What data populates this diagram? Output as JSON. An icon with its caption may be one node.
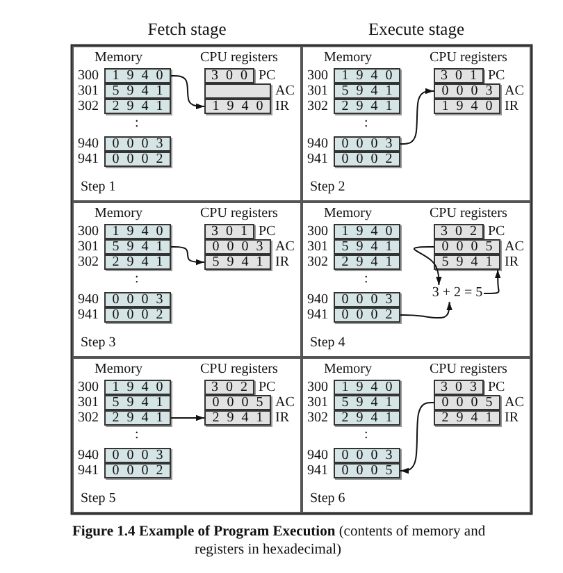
{
  "diagram": {
    "caption": "**Figure 1.4** **Example of Program Execution** (contents of memory and registers in hexadecimal)",
    "nodes": [
      {
        "text": [
          "Memory",
          "CPU registers",
          ":",
          "Step 1"
        ]
      },
      {
        "text": [
          "1 9 4 0"
        ],
        "in": 0,
        "beside": [
          "300"
        ]
      },
      {
        "text": [
          "5 9 4 1"
        ],
        "in": 0,
        "beside": [
          "301"
        ]
      },
      {
        "text": [
          "2 9 4 1"
        ],
        "in": 0,
        "beside": [
          "302"
        ]
      },
      {
        "text": [
          "0 0 0 3"
        ],
        "in": 0,
        "beside": [
          "940"
        ]
      },
      {
        "text": [
          "0 0 0 2"
        ],
        "in": 0,
        "beside": [
          "941"
        ]
      },
      {
        "text": [
          "3 0 0"
        ],
        "in": 0,
        "beside": [
          "PC"
        ]
      },
      {
        "text": [],
        "shape": "box",
        "in": 0,
        "beside": [
          "AC"
        ]
      },
      {
        "text": [
          "1 9 4 0"
        ],
        "in": 0,
        "beside": [
          "IR"
        ]
      },
      {
        "text": [
          "Memory",
          "CPU registers",
          ":",
          "Step 2"
        ]
      },
      {
        "text": [
          "1 9 4 0"
        ],
        "in": 9,
        "beside": [
          "300"
        ]
      },
      {
        "text": [
          "5 9 4 1"
        ],
        "in": 9,
        "beside": [
          "301"
        ]
      },
      {
        "text": [
          "2 9 4 1"
        ],
        "in": 9,
        "beside": [
          "302"
        ]
      },
      {
        "text": [
          "0 0 0 3"
        ],
        "in": 9,
        "beside": [
          "940"
        ]
      },
      {
        "text": [
          "0 0 0 2"
        ],
        "in": 9,
        "beside": [
          "941"
        ]
      },
      {
        "text": [
          "3 0 1"
        ],
        "in": 9,
        "beside": [
          "PC"
        ]
      },
      {
        "text": [
          "0 0 0 3"
        ],
        "in": 9,
        "beside": [
          "AC"
        ]
      },
      {
        "text": [
          "1 9 4 0"
        ],
        "in": 9,
        "beside": [
          "IR"
        ]
      },
      {
        "text": [
          "Memory",
          "CPU registers",
          ":",
          "Step 3"
        ]
      },
      {
        "text": [
          "1 9 4 0"
        ],
        "in": 18,
        "beside": [
          "300"
        ]
      },
      {
        "text": [
          "5 9 4 1"
        ],
        "in": 18,
        "beside": [
          "301"
        ]
      },
      {
        "text": [
          "2 9 4 1"
        ],
        "in": 18,
        "beside": [
          "302"
        ]
      },
      {
        "text": [
          "0 0 0 3"
        ],
        "in": 18,
        "beside": [
          "940"
        ]
      },
      {
        "text": [
          "0 0 0 2"
        ],
        "in": 18,
        "beside": [
          "941"
        ]
      },
      {
        "text": [
          "3 0 1"
        ],
        "in": 18,
        "beside": [
          "PC"
        ]
      },
      {
        "text": [
          "0 0 0 3"
        ],
        "in": 18,
        "beside": [
          "AC"
        ]
      },
      {
        "text": [
          "5 9 4 1"
        ],
        "in": 18,
        "beside": [
          "IR"
        ]
      },
      {
        "text": [
          "Memory",
          "CPU registers",
          ":",
          "Step 4"
        ]
      },
      {
        "text": [
          "1 9 4 0"
        ],
        "in": 27,
        "beside": [
          "300"
        ]
      },
      {
        "text": [
          "5 9 4 1"
        ],
        "in": 27,
        "beside": [
          "301"
        ]
      },
      {
        "text": [
          "2 9 4 1"
        ],
        "in": 27,
        "beside": [
          "302"
        ]
      },
      {
        "text": [
          "0 0 0 3"
        ],
        "in": 27,
        "beside": [
          "940"
        ]
      },
      {
        "text": [
          "0 0 0 2"
        ],
        "in": 27,
        "beside": [
          "941"
        ]
      },
      {
        "text": [
          "3 0 2"
        ],
        "in": 27,
        "beside": [
          "PC"
        ]
      },
      {
        "text": [
          "0 0 0 5"
        ],
        "in": 27,
        "beside": [
          "AC"
        ]
      },
      {
        "text": [
          "5 9 4 1"
        ],
        "in": 27,
        "beside": [
          "IR"
        ]
      },
      {
        "text": [
          "3 + 2 = 5"
        ],
        "in": 27
      },
      {
        "text": [
          "Memory",
          "CPU registers",
          ":",
          "Step 5"
        ]
      },
      {
        "text": [
          "1 9 4 0"
        ],
        "in": 37,
        "beside": [
          "300"
        ]
      },
      {
        "text": [
          "5 9 4 1"
        ],
        "in": 37,
        "beside": [
          "301"
        ]
      },
      {
        "text": [
          "2 9 4 1"
        ],
        "in": 37,
        "beside": [
          "302"
        ]
      },
      {
        "text": [
          "0 0 0 3"
        ],
        "in": 37,
        "beside": [
          "940"
        ]
      },
      {
        "text": [
          "0 0 0 2"
        ],
        "in": 37,
        "beside": [
          "941"
        ]
      },
      {
        "text": [
          "3 0 2"
        ],
        "in": 37,
        "beside": [
          "PC"
        ]
      },
      {
        "text": [
          "0 0 0 5"
        ],
        "in": 37,
        "beside": [
          "AC"
        ]
      },
      {
        "text": [
          "2 9 4 1"
        ],
        "in": 37,
        "beside": [
          "IR"
        ]
      },
      {
        "text": [
          "Memory",
          "CPU registers",
          ":",
          "Step 6"
        ]
      },
      {
        "text": [
          "1 9 4 0"
        ],
        "in": 46,
        "beside": [
          "300"
        ]
      },
      {
        "text": [
          "5 9 4 1"
        ],
        "in": 46,
        "beside": [
          "301"
        ]
      },
      {
        "text": [
          "2 9 4 1"
        ],
        "in": 46,
        "beside": [
          "302"
        ]
      },
      {
        "text": [
          "0 0 0 3"
        ],
        "in": 46,
        "beside": [
          "940"
        ]
      },
      {
        "text": [
          "0 0 0 5"
        ],
        "in": 46,
        "beside": [
          "941"
        ]
      },
      {
        "text": [
          "3 0 3"
        ],
        "in": 46,
        "beside": [
          "PC"
        ]
      },
      {
        "text": [
          "0 0 0 5"
        ],
        "in": 46,
        "beside": [
          "AC"
        ]
      },
      {
        "text": [
          "2 9 4 1"
        ],
        "in": 46,
        "beside": [
          "IR"
        ]
      }
    ],
    "edges": [
      {
        "from": 1,
        "to": 8,
        "arrow": "to"
      },
      {
        "from": 13,
        "to": 16,
        "arrow": "to"
      },
      {
        "from": 20,
        "to": 26,
        "arrow": "to"
      },
      {
        "from": 34,
        "to": 36,
        "arrow": "to"
      },
      {
        "from": 32,
        "to": 36,
        "arrow": "to"
      },
      {
        "from": 36,
        "to": 35,
        "arrow": "to"
      },
      {
        "from": 40,
        "to": 45,
        "arrow": "to"
      },
      {
        "from": 53,
        "to": 51,
        "arrow": "to"
      }
    ],
    "labels": [
      "Fetch stage",
      "Execute stage"
    ]
  }
}
